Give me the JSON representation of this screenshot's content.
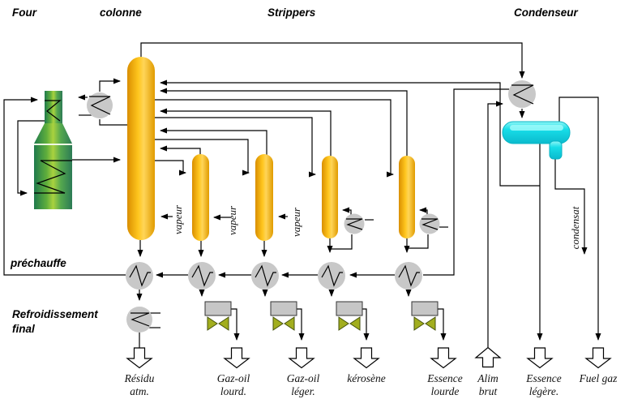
{
  "title_labels": {
    "four": "Four",
    "colonne": "colonne",
    "strippers": "Strippers",
    "condenseur": "Condenseur"
  },
  "section_labels": {
    "prechauffe": "préchauffe",
    "refroidissement": "Refroidissement",
    "final": "final"
  },
  "flow_labels": {
    "vapeur_column": "vapeur",
    "vapeur_stripper_1": "vapeur",
    "vapeur_stripper_2": "vapeur",
    "condensat": "condensat"
  },
  "products": [
    {
      "id": "residu-atm",
      "line1": "Résidu",
      "line2": "atm."
    },
    {
      "id": "gazoil-lourd",
      "line1": "Gaz-oil",
      "line2": "lourd."
    },
    {
      "id": "gazoil-leger",
      "line1": "Gaz-oil",
      "line2": "léger."
    },
    {
      "id": "kerosene",
      "line1": "kérosène",
      "line2": ""
    },
    {
      "id": "essence-lourde",
      "line1": "Essence",
      "line2": "lourde"
    },
    {
      "id": "alim-brut",
      "line1": "Alim",
      "line2": "brut"
    },
    {
      "id": "essence-legere",
      "line1": "Essence",
      "line2": "légère."
    },
    {
      "id": "fuel-gaz",
      "line1": "Fuel gaz",
      "line2": ""
    }
  ],
  "colors": {
    "column_orange": "#f2a000",
    "column_highlight": "#ffc929",
    "furnace_green_dark": "#27804f",
    "furnace_green_light": "#a8d23c",
    "condenser_cyan": "#17dde8",
    "exchanger_gray": "#c8c8c8",
    "cooler_box_gray": "#c6c6c6",
    "fan_olive": "#a2ae1e",
    "line_black": "#000000"
  }
}
